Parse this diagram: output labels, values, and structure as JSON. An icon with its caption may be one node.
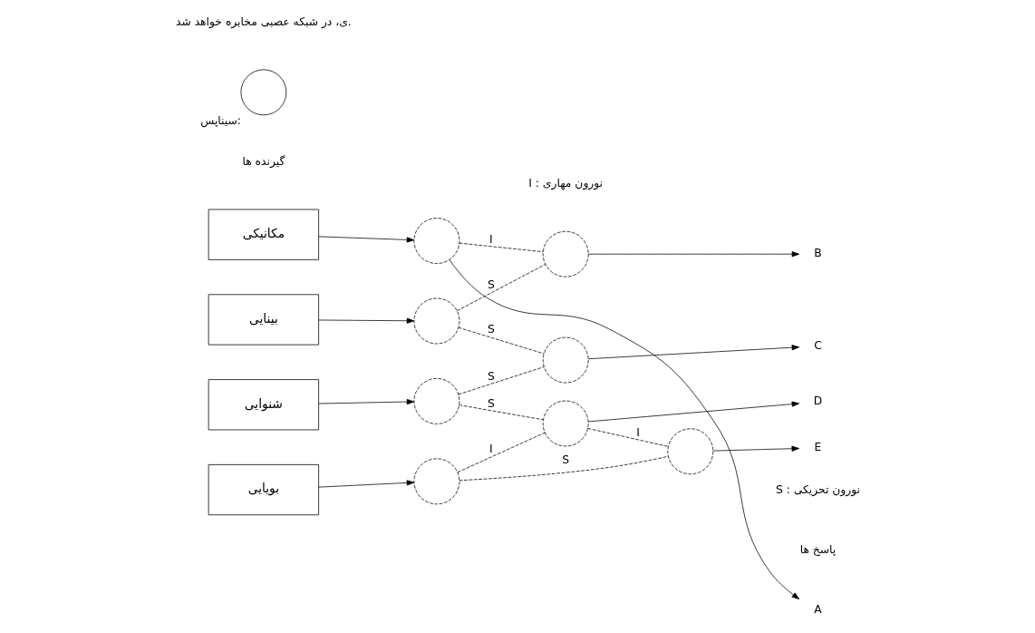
{
  "diagram": {
    "nodes": [
      {
        "text": [
          "مکانیکی"
        ]
      },
      {
        "text": [
          "بینایی"
        ]
      },
      {
        "text": [
          "شنوایی"
        ]
      },
      {
        "text": [
          "بویایی"
        ]
      },
      {
        "text": [],
        "shape": "circle"
      },
      {
        "text": [],
        "shape": "circle"
      },
      {
        "text": [],
        "shape": "circle"
      },
      {
        "text": [],
        "shape": "circle"
      },
      {
        "text": [],
        "shape": "circle"
      },
      {
        "text": [],
        "shape": "circle"
      },
      {
        "text": [],
        "shape": "circle"
      },
      {
        "text": [],
        "shape": "circle"
      },
      {
        "text": [
          "A"
        ]
      },
      {
        "text": [
          "B"
        ]
      },
      {
        "text": [
          "C"
        ]
      },
      {
        "text": [
          "D"
        ]
      },
      {
        "text": [
          "E"
        ]
      },
      {
        "text": [],
        "shape": "circle",
        "beside": [
          "سیناپس:"
        ]
      }
    ],
    "edges": [
      {
        "from": 0,
        "to": 4,
        "arrow": "to"
      },
      {
        "from": 1,
        "to": 5,
        "arrow": "to"
      },
      {
        "from": 2,
        "to": 6,
        "arrow": "to"
      },
      {
        "from": 3,
        "to": 7,
        "arrow": "to"
      },
      {
        "from": 4,
        "to": 12,
        "arrow": "to"
      },
      {
        "from": 4,
        "to": 8,
        "arrow": "none",
        "label": "I",
        "style": "dashed"
      },
      {
        "from": 5,
        "to": 8,
        "arrow": "none",
        "label": "S",
        "style": "dashed"
      },
      {
        "from": 5,
        "to": 9,
        "arrow": "none",
        "label": "S",
        "style": "dashed"
      },
      {
        "from": 6,
        "to": 9,
        "arrow": "none",
        "label": "S",
        "style": "dashed"
      },
      {
        "from": 6,
        "to": 10,
        "arrow": "none",
        "label": "S",
        "style": "dashed"
      },
      {
        "from": 7,
        "to": 10,
        "arrow": "none",
        "label": "I",
        "style": "dashed"
      },
      {
        "from": 10,
        "to": 11,
        "arrow": "none",
        "label": "I",
        "style": "dashed"
      },
      {
        "from": 7,
        "to": 11,
        "arrow": "none",
        "label": "S",
        "style": "dashed"
      },
      {
        "from": 8,
        "to": 13,
        "arrow": "to"
      },
      {
        "from": 9,
        "to": 14,
        "arrow": "to"
      },
      {
        "from": 10,
        "to": 15,
        "arrow": "to"
      },
      {
        "from": 11,
        "to": 16,
        "arrow": "to"
      }
    ],
    "labels": [
      "ی، در شبکه عصبی مخابره خواهد شد.",
      "S : نورون تحریکی",
      "I : نورون مهاری",
      "گیرنده ها",
      "پاسخ ها"
    ]
  }
}
